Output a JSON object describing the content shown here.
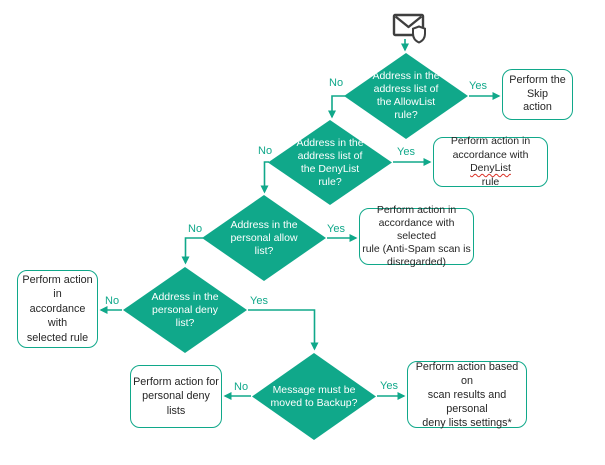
{
  "diagram_title": "Anti-Spam message processing flowchart",
  "colors": {
    "accent": "#10a88a",
    "box_text": "#262626",
    "diamond_text": "#ffffff",
    "spellcheck_underline": "#d93025",
    "icon_stroke": "#3f3f3f",
    "background": "#ffffff"
  },
  "icons": {
    "start": "email-with-shield-icon"
  },
  "labels": {
    "yes": "Yes",
    "no": "No"
  },
  "nodes": {
    "d1": {
      "label": "Address in the\naddress list of\nthe AllowList\nrule?"
    },
    "d2": {
      "label": "Address in the\naddress list of\nthe DenyList\nrule?"
    },
    "d3": {
      "label": "Address in the\npersonal allow\nlist?"
    },
    "d4": {
      "label": "Address in the\npersonal deny\nlist?"
    },
    "d5": {
      "label": "Message must be\nmoved to Backup?"
    },
    "r1": {
      "label": "Perform the Skip\naction"
    },
    "r2": {
      "pre": "Perform action in\naccordance with ",
      "underlined": "DenyList",
      "post": "\nrule"
    },
    "r3": {
      "label": "Perform action in\naccordance with selected\nrule (Anti-Spam scan is\ndisregarded)"
    },
    "r4": {
      "label": "Perform action in\naccordance with\nselected rule"
    },
    "r5": {
      "label": "Perform action for\npersonal deny lists"
    },
    "r6": {
      "label": "Perform action based on\nscan results and personal\ndeny lists settings*"
    }
  }
}
